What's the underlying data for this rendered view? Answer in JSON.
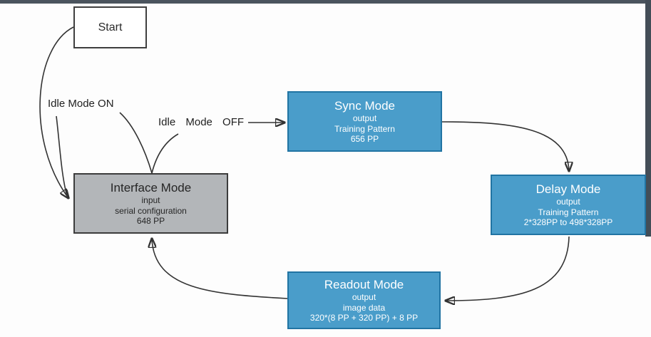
{
  "diagram": {
    "type": "state-machine-flow",
    "colors": {
      "node_blue_fill": "#4a9dca",
      "node_blue_border": "#2174a3",
      "node_gray_fill": "#b3b6b9",
      "node_gray_border": "#3c3c3c",
      "arrow": "#333333",
      "page_border": "#4b545e",
      "blue_node_text": "#ffffff",
      "gray_node_text": "#262626"
    },
    "nodes": {
      "start": {
        "title": "Start"
      },
      "sync": {
        "title": "Sync Mode",
        "lines": [
          "output",
          "Training Pattern",
          "656 PP"
        ]
      },
      "delay": {
        "title": "Delay Mode",
        "lines": [
          "output",
          "Training Pattern",
          "2*328PP to 498*328PP"
        ]
      },
      "interface": {
        "title": "Interface Mode",
        "lines": [
          "input",
          "serial configuration",
          "648 PP"
        ]
      },
      "readout": {
        "title": "Readout Mode",
        "lines": [
          "output",
          "image data",
          "320*(8 PP + 320 PP) + 8 PP"
        ]
      }
    },
    "edge_labels": {
      "idle_on": "Idle Mode ON",
      "idle_off": "Idle Mode OFF"
    },
    "transitions": [
      {
        "from": "Start",
        "to": "Interface Mode",
        "label": ""
      },
      {
        "from": "Interface Mode",
        "to": "Interface Mode",
        "label": "Idle Mode ON"
      },
      {
        "from": "Interface Mode",
        "to": "Sync Mode",
        "label": "Idle Mode OFF"
      },
      {
        "from": "Sync Mode",
        "to": "Delay Mode",
        "label": ""
      },
      {
        "from": "Delay Mode",
        "to": "Readout Mode",
        "label": ""
      },
      {
        "from": "Readout Mode",
        "to": "Interface Mode",
        "label": ""
      }
    ]
  }
}
